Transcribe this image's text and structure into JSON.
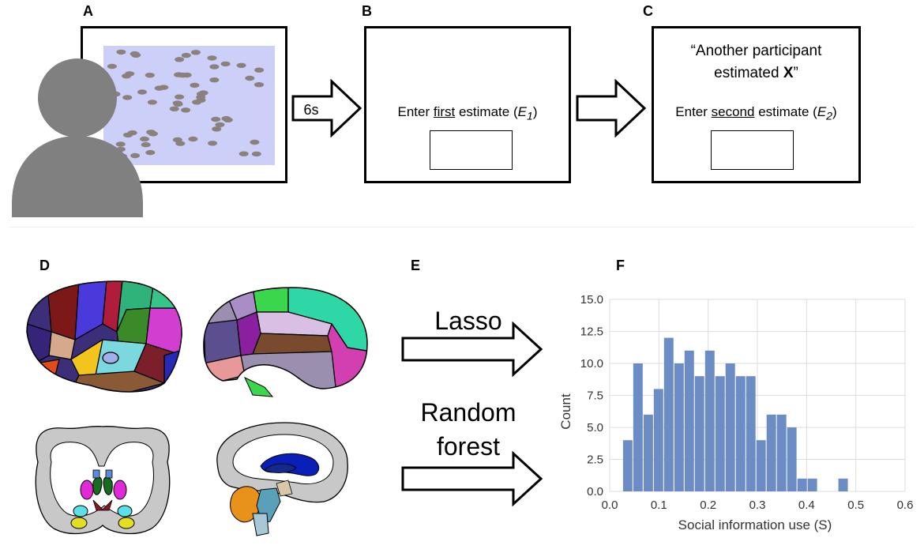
{
  "panels": {
    "a": {
      "letter": "A"
    },
    "b": {
      "letter": "B",
      "prompt_prefix": "Enter ",
      "prompt_underlined": "first",
      "prompt_suffix": " estimate (",
      "var_letter": "E",
      "var_sub": "1",
      "prompt_close": ")"
    },
    "c": {
      "letter": "C",
      "quote_line1": "“Another participant",
      "quote_line2_prefix": "estimated ",
      "quote_bold": "X",
      "quote_close": "”",
      "prompt_prefix": "Enter ",
      "prompt_underlined": "second",
      "prompt_suffix": " estimate (",
      "var_letter": "E",
      "var_sub": "2",
      "prompt_close": ")"
    },
    "d": {
      "letter": "D"
    },
    "e": {
      "letter": "E"
    },
    "f": {
      "letter": "F"
    }
  },
  "arrows": {
    "timer_label": "6s",
    "lasso_label": "Lasso",
    "rf_label_line1": "Random",
    "rf_label_line2": "forest"
  },
  "colors": {
    "stimulus_bg": "#cccff7",
    "person": "#808080",
    "bar": "#6b8cc4",
    "grid": "#dddddd"
  },
  "chart_data": {
    "type": "bar",
    "xlabel": "Social information use (S)",
    "ylabel": "Count",
    "xlim": [
      0.0,
      0.6
    ],
    "ylim": [
      0.0,
      15.0
    ],
    "xticks": [
      "0.0",
      "0.1",
      "0.2",
      "0.3",
      "0.4",
      "0.5",
      "0.6"
    ],
    "yticks": [
      "0.0",
      "2.5",
      "5.0",
      "7.5",
      "10.0",
      "12.5",
      "15.0"
    ],
    "grid": true,
    "bin_width": 0.0208,
    "bins": [
      {
        "x": 0.0375,
        "count": 4
      },
      {
        "x": 0.0583,
        "count": 10
      },
      {
        "x": 0.0792,
        "count": 6
      },
      {
        "x": 0.1,
        "count": 8
      },
      {
        "x": 0.1208,
        "count": 12
      },
      {
        "x": 0.1417,
        "count": 10
      },
      {
        "x": 0.1625,
        "count": 11
      },
      {
        "x": 0.1833,
        "count": 9
      },
      {
        "x": 0.2042,
        "count": 11
      },
      {
        "x": 0.225,
        "count": 9
      },
      {
        "x": 0.2458,
        "count": 10
      },
      {
        "x": 0.2667,
        "count": 9
      },
      {
        "x": 0.2875,
        "count": 9
      },
      {
        "x": 0.3083,
        "count": 4
      },
      {
        "x": 0.3292,
        "count": 6
      },
      {
        "x": 0.35,
        "count": 6
      },
      {
        "x": 0.3708,
        "count": 5
      },
      {
        "x": 0.3917,
        "count": 1
      },
      {
        "x": 0.4125,
        "count": 1
      },
      {
        "x": 0.4333,
        "count": 0
      },
      {
        "x": 0.4542,
        "count": 0
      },
      {
        "x": 0.475,
        "count": 1
      }
    ]
  }
}
